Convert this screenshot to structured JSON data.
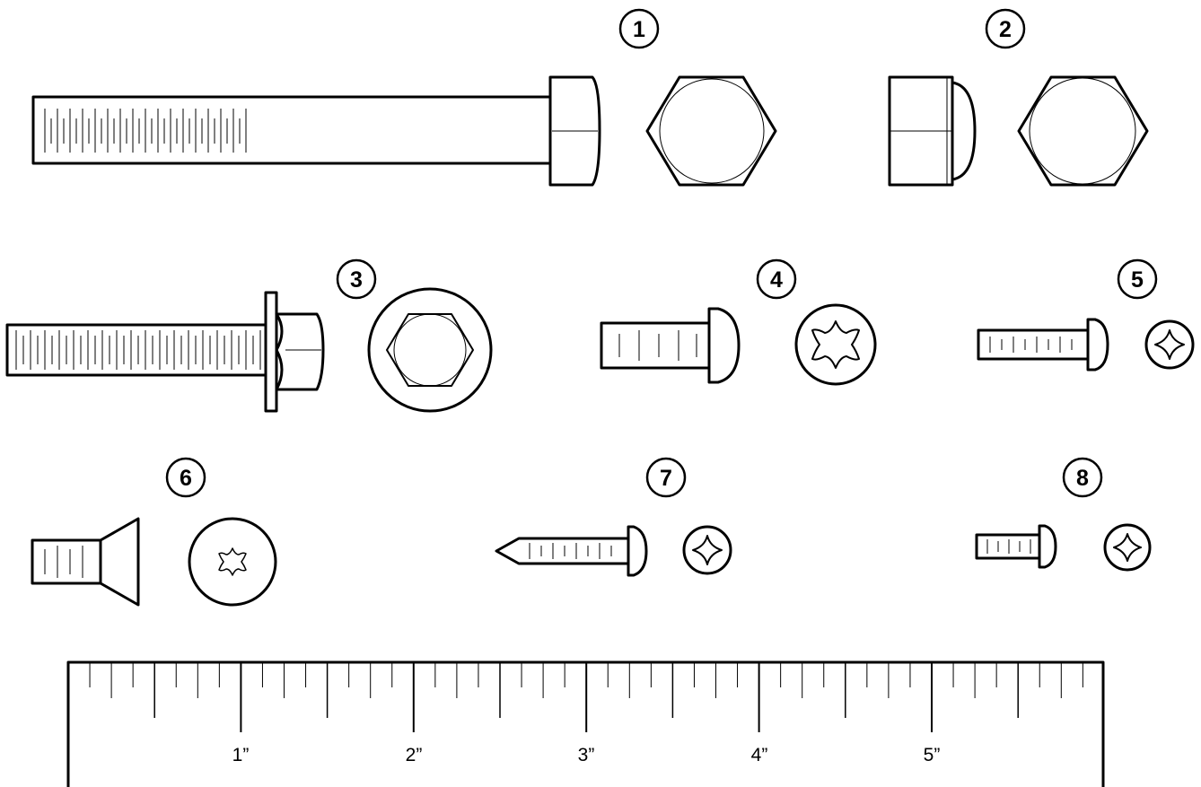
{
  "callouts": [
    {
      "id": "1",
      "label": "1"
    },
    {
      "id": "2",
      "label": "2"
    },
    {
      "id": "3",
      "label": "3"
    },
    {
      "id": "4",
      "label": "4"
    },
    {
      "id": "5",
      "label": "5"
    },
    {
      "id": "6",
      "label": "6"
    },
    {
      "id": "7",
      "label": "7"
    },
    {
      "id": "8",
      "label": "8"
    }
  ],
  "ruler": {
    "inch_labels": [
      "1”",
      "2”",
      "3”",
      "4”",
      "5”"
    ],
    "subdivisions_per_inch": 8
  },
  "colors": {
    "ink": "#000000",
    "paper": "#ffffff"
  }
}
